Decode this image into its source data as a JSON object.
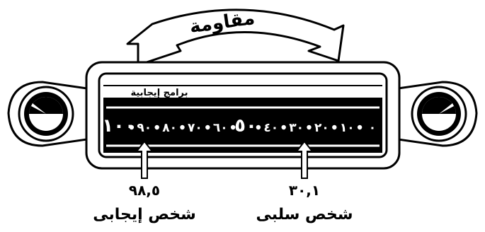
{
  "arch_label": "مقاومة",
  "panel_label": "برامج إيجابية",
  "scale": [
    "١٠٠",
    "٩٠",
    "٨٠",
    "٧٠",
    "٦٠",
    "٥٠",
    "٤٠",
    "٣٠",
    "٢٠",
    "١٠",
    "٠"
  ],
  "left_pointer": {
    "value": "٩٨,٥",
    "label": "شخص إيجابى"
  },
  "right_pointer": {
    "value": "٣٠,١",
    "label": "شخص سلبى"
  }
}
